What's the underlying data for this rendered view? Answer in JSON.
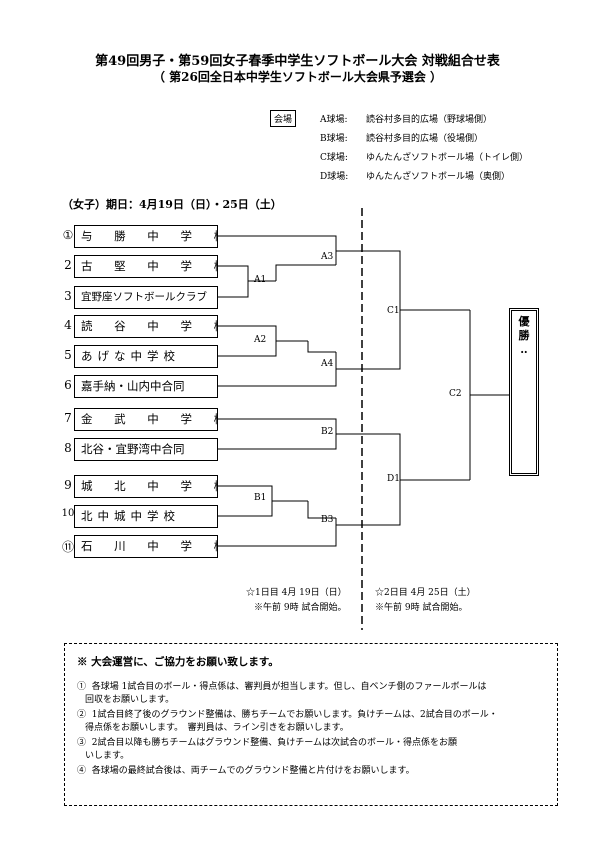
{
  "header": {
    "title": "第49回男子・第59回女子春季中学生ソフトボール大会 対戦組合せ表",
    "subtitle": "（ 第26回全日本中学生ソフトボール大会県予選会 ）"
  },
  "venues": {
    "label": "会場",
    "items": [
      {
        "key": "A球場:",
        "name": "読谷村多目的広場（野球場側）"
      },
      {
        "key": "B球場:",
        "name": "読谷村多目的広場（役場側）"
      },
      {
        "key": "C球場:",
        "name": "ゆんたんざソフトボール場（トイレ側）"
      },
      {
        "key": "D球場:",
        "name": "ゆんたんざソフトボール場（奥側）"
      }
    ]
  },
  "bracket": {
    "date_line": "（女子）期日：4月19日（日）・25日（土）",
    "teams": [
      {
        "num": "①",
        "name": "与 勝 中 学 校",
        "spaced": true
      },
      {
        "num": "2",
        "name": "古 堅 中 学 校",
        "spaced": true
      },
      {
        "num": "3",
        "name": "宜野座ソフトボールクラブ",
        "spaced": false
      },
      {
        "num": "4",
        "name": "読 谷 中 学 校",
        "spaced": true
      },
      {
        "num": "5",
        "name": "あげな中学校",
        "spaced": true
      },
      {
        "num": "6",
        "name": "嘉手納・山内中合同",
        "spaced": false
      },
      {
        "num": "7",
        "name": "金 武 中 学 校",
        "spaced": true
      },
      {
        "num": "8",
        "name": "北谷・宜野湾中合同",
        "spaced": false
      },
      {
        "num": "9",
        "name": "城 北 中 学 校",
        "spaced": true
      },
      {
        "num": "10",
        "name": "北中城中学校",
        "spaced": true
      },
      {
        "num": "⑪",
        "name": "石 川 中 学 校",
        "spaced": true
      }
    ],
    "games": {
      "A1": "A1",
      "A2": "A2",
      "A3": "A3",
      "A4": "A4",
      "B1": "B1",
      "B2": "B2",
      "B3": "B3",
      "C1": "C1",
      "C2": "C2",
      "D1": "D1"
    },
    "winner_label": [
      "優",
      "勝",
      "‥"
    ],
    "day1": {
      "date": "☆1日目 4月 19日（日）",
      "start": "※午前 9時 試合開始。"
    },
    "day2": {
      "date": "☆2日目 4月 25日（土）",
      "start": "※午前 9時 試合開始。"
    }
  },
  "notice": {
    "heading": "※ 大会運営に、ご協力をお願い致します。",
    "items": [
      {
        "num": "①",
        "line1": "各球場 1試合目のボール・得点係は、審判員が担当します。但し、自ベンチ側のファールボールは",
        "line2": "回収をお願いします。"
      },
      {
        "num": "②",
        "line1": "1試合目終了後のグラウンド整備は、勝ちチームでお願いします。負けチームは、2試合目のボール・",
        "line2": "得点係をお願いします。　審判員は、ライン引きをお願いします。"
      },
      {
        "num": "③",
        "line1": "2試合目以降も勝ちチームはグラウンド整備、負けチームは次試合のボール・得点係をお願",
        "line2": "いします。"
      },
      {
        "num": "④",
        "line1": "各球場の最終試合後は、両チームでのグラウンド整備と片付けをお願いします。",
        "line2": ""
      }
    ]
  }
}
